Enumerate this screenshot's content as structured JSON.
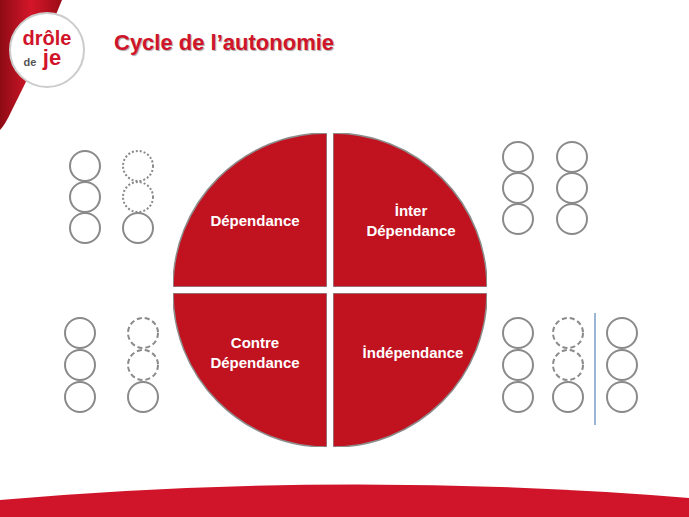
{
  "diagram": {
    "title": "Cycle de l’autonomie",
    "nodes": [
      {
        "text": [
          "Dépendance"
        ]
      },
      {
        "text": [
          "İnter Dépendance"
        ]
      },
      {
        "text": [
          "Contre Dépendance"
        ]
      },
      {
        "text": [
          "İndépendance"
        ]
      }
    ],
    "labels": [
      "drôle",
      "de",
      "je"
    ]
  }
}
